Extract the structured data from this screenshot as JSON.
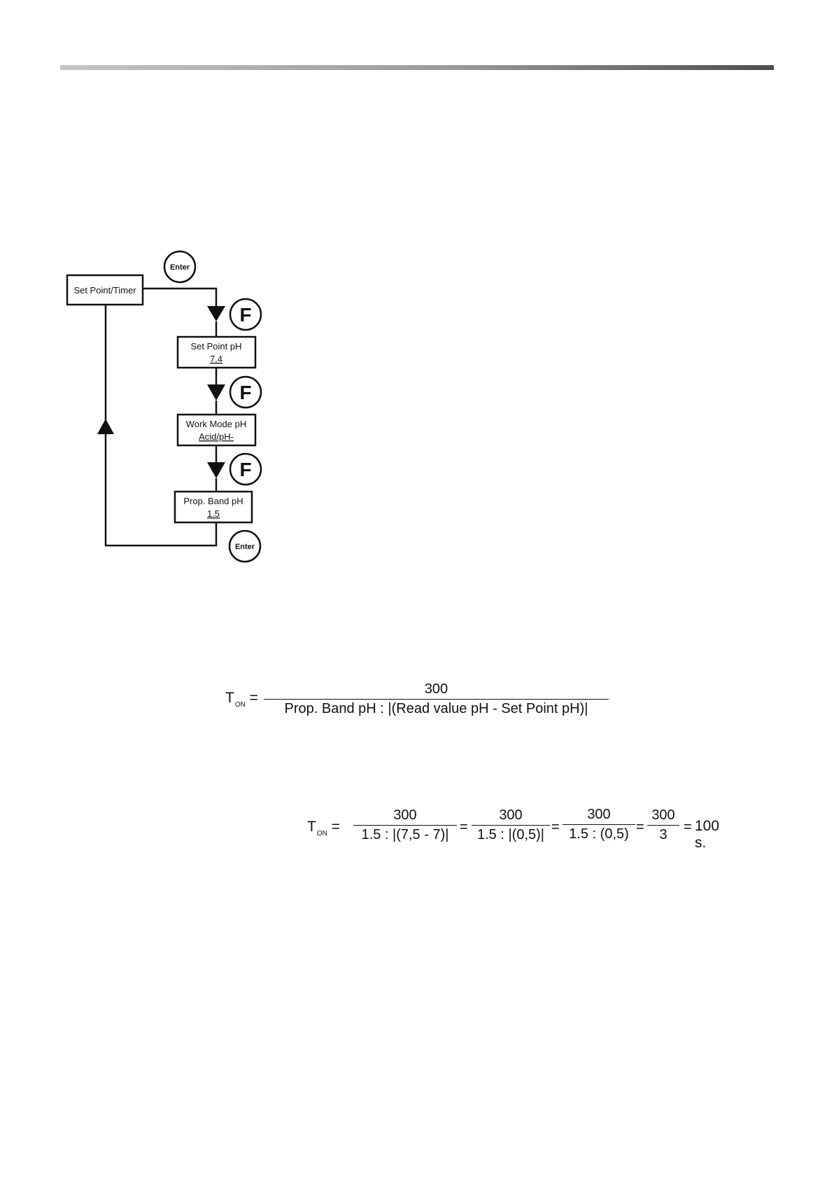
{
  "flowchart": {
    "menu_box": "Set Point/Timer",
    "enter_button": "Enter",
    "f_button": "F",
    "steps": [
      {
        "title": "Set Point pH",
        "value": "7.4"
      },
      {
        "title": "Work Mode pH",
        "value": "Acid/pH-"
      },
      {
        "title": "Prop. Band pH",
        "value": "1.5"
      }
    ]
  },
  "formula": {
    "symbol": "T",
    "subscript": "ON",
    "equals": "=",
    "numerator": "300",
    "denominator": "Prop. Band pH : |(Read value pH - Set Point pH)|"
  },
  "example": {
    "symbol": "T",
    "subscript": "ON",
    "equals": "=",
    "fractions": [
      {
        "num": "300",
        "den": "1.5 : |(7,5 - 7)|"
      },
      {
        "num": "300",
        "den": "1.5 : |(0,5)|"
      },
      {
        "num": "300",
        "den": "1.5 : (0,5)"
      },
      {
        "num": "300",
        "den": "3"
      }
    ],
    "result": "100 s."
  }
}
